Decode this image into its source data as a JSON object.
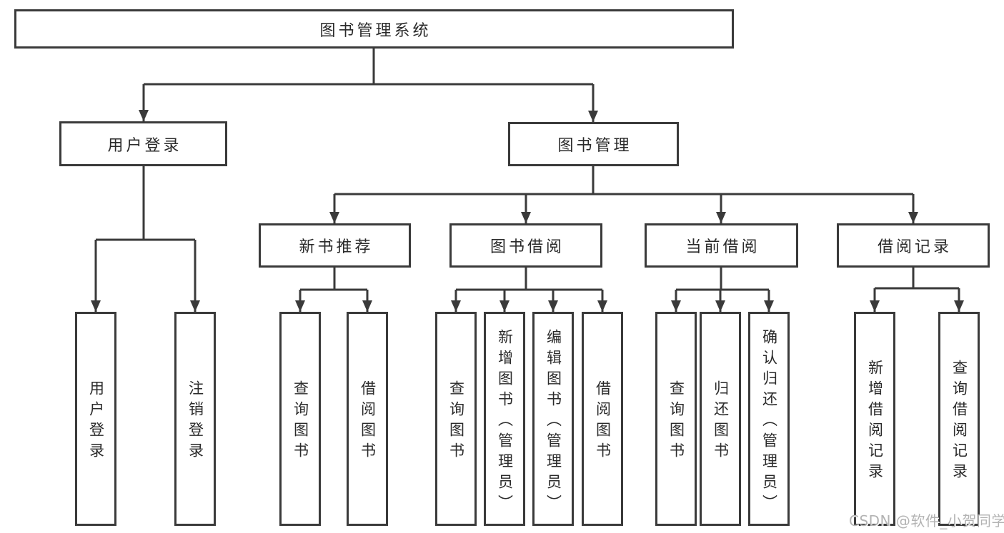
{
  "watermark": "CSDN @软件_小贺同学",
  "colors": {
    "line": "#3a3a3a",
    "box_border": "#3a3a3a",
    "text": "#2a2a2a",
    "watermark": "#b3b3b3",
    "background": "#ffffff"
  },
  "tree": {
    "label": "图书管理系统",
    "children": [
      {
        "label": "用户登录",
        "children": [
          {
            "label": "用户登录"
          },
          {
            "label": "注销登录"
          }
        ]
      },
      {
        "label": "图书管理",
        "children": [
          {
            "label": "新书推荐",
            "children": [
              {
                "label": "查询图书"
              },
              {
                "label": "借阅图书"
              }
            ]
          },
          {
            "label": "图书借阅",
            "children": [
              {
                "label": "查询图书"
              },
              {
                "label": "新增图书（管理员）"
              },
              {
                "label": "编辑图书（管理员）"
              },
              {
                "label": "借阅图书"
              }
            ]
          },
          {
            "label": "当前借阅",
            "children": [
              {
                "label": "查询图书"
              },
              {
                "label": "归还图书"
              },
              {
                "label": "确认归还（管理员）"
              }
            ]
          },
          {
            "label": "借阅记录",
            "children": [
              {
                "label": "新增借阅记录"
              },
              {
                "label": "查询借阅记录"
              }
            ]
          }
        ]
      }
    ]
  }
}
